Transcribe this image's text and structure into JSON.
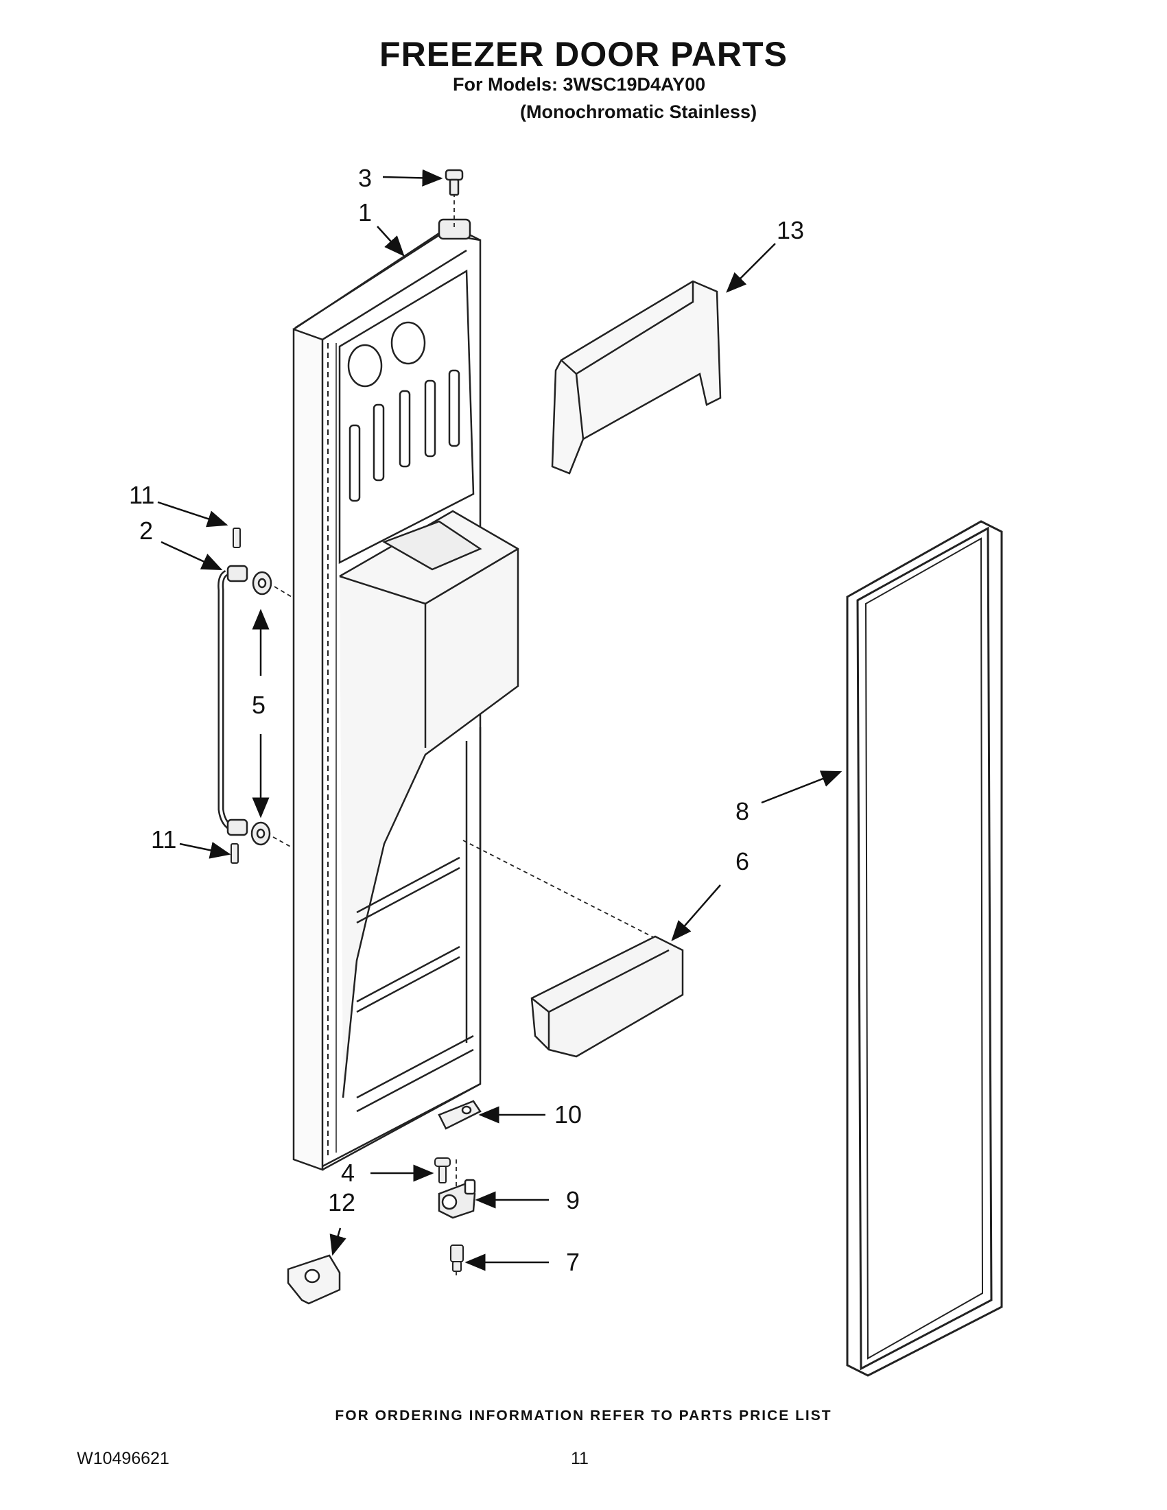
{
  "header": {
    "title": "FREEZER DOOR PARTS",
    "models_line": "For Models: 3WSC19D4AY00",
    "finish_line": "(Monochromatic Stainless)"
  },
  "callouts": {
    "c1": "1",
    "c2": "2",
    "c3": "3",
    "c4": "4",
    "c5": "5",
    "c6": "6",
    "c7": "7",
    "c8": "8",
    "c9": "9",
    "c10": "10",
    "c11a": "11",
    "c11b": "11",
    "c12": "12",
    "c13": "13"
  },
  "footer": {
    "ordering_note": "FOR ORDERING INFORMATION REFER TO PARTS PRICE LIST",
    "document_number": "W10496621",
    "page_number": "11"
  }
}
